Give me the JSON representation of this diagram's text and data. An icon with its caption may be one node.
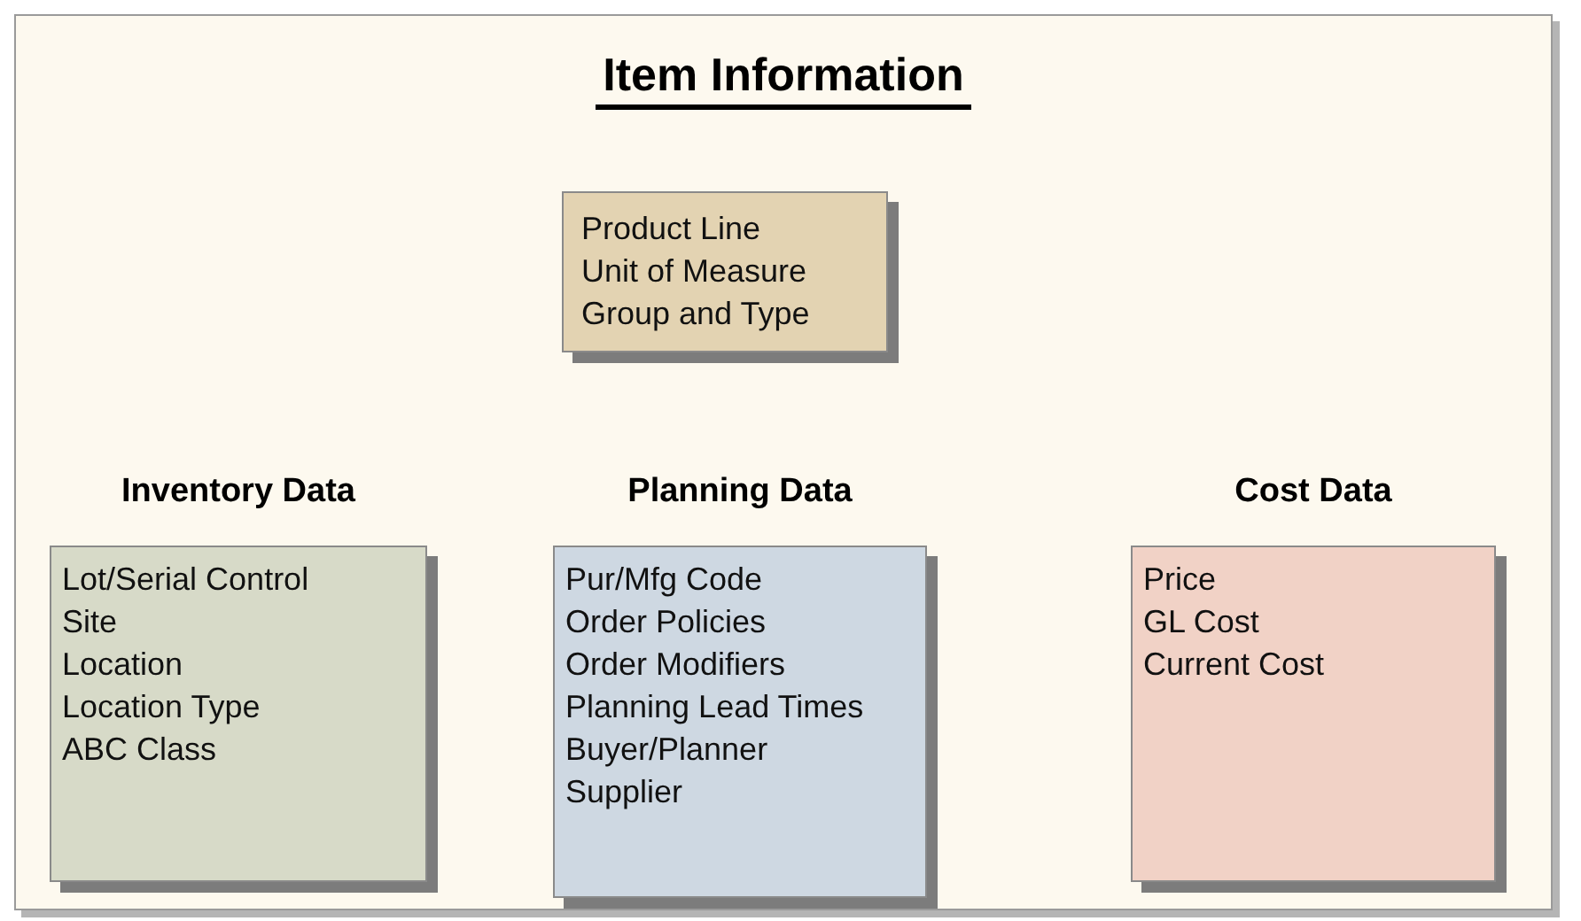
{
  "diagram": {
    "nodes": [
      {
        "text": [
          "Item Information"
        ]
      },
      {
        "text": [
          "Product Line",
          "Unit of Measure",
          "Group and Type"
        ],
        "in": 0
      },
      {
        "text": [
          "Inventory Data",
          "Lot/Serial Control",
          "Site",
          "Location",
          "Location Type",
          "ABC Class"
        ],
        "in": 0
      },
      {
        "text": [
          "Planning Data",
          "Pur/Mfg Code",
          "Order Policies",
          "Order Modifiers",
          "Planning Lead Times",
          "Buyer/Planner",
          "Supplier"
        ],
        "in": 0
      },
      {
        "text": [
          "Cost Data",
          "Price",
          "GL Cost",
          "Current Cost"
        ],
        "in": 0
      }
    ]
  }
}
